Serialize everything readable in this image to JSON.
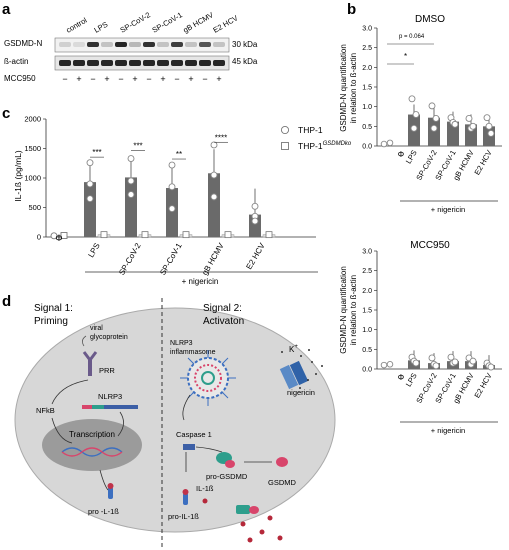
{
  "panel_letters": {
    "a": "a",
    "b": "b",
    "c": "c",
    "d": "d"
  },
  "blot": {
    "lanes": [
      "control",
      "LPS",
      "SP-CoV-2",
      "SP-CoV-1",
      "gB HCMV",
      "E2 HCV"
    ],
    "rows": [
      "GSDMD-N",
      "ß-actin",
      "MCC950"
    ],
    "kda": [
      "30 kDa",
      "45 kDa"
    ],
    "mcc_signs": [
      "−",
      "+",
      "−",
      "+",
      "−",
      "+",
      "−",
      "+",
      "−",
      "+",
      "−",
      "+"
    ]
  },
  "chart_c": {
    "ylabel": "IL-1ß (pg/mL)",
    "yticks": [
      "0",
      "500",
      "1000",
      "1500",
      "2000"
    ],
    "empty_symbol": "Φ",
    "categories": [
      "LPS",
      "SP-CoV-2",
      "SP-CoV-1",
      "gB HCMV",
      "E2 HCV"
    ],
    "sig": [
      "***",
      "***",
      "**",
      "****"
    ],
    "legend": [
      "THP-1",
      "THP-1"
    ],
    "legend_sup": "GSDMDko",
    "group_label": "+ nigericin"
  },
  "chart_b1": {
    "title": "DMSO",
    "ylabel1": "GSDMD-N quantification",
    "ylabel2": "in relation to ß-actin",
    "yticks": [
      "0.0",
      "0.5",
      "1.0",
      "1.5",
      "2.0",
      "2.5",
      "3.0"
    ],
    "pval": "p = 0.064",
    "star": "*",
    "empty_symbol": "Φ",
    "categories": [
      "LPS",
      "SP-CoV-2",
      "SP-CoV-1",
      "gB HCMV",
      "E2 HCV"
    ],
    "group_label": "+ nigericin"
  },
  "chart_b2": {
    "title": "MCC950",
    "ylabel1": "GSDMD-N quantification",
    "ylabel2": "in relation to ß-actin",
    "yticks": [
      "0.0",
      "0.5",
      "1.0",
      "1.5",
      "2.0",
      "2.5",
      "3.0"
    ],
    "empty_symbol": "Φ",
    "categories": [
      "LPS",
      "SP-CoV-2",
      "SP-CoV-1",
      "gB HCMV",
      "E2 HCV"
    ],
    "group_label": "+ nigericin"
  },
  "diagram": {
    "signal1_a": "Signal 1:",
    "signal1_b": "Priming",
    "signal2_a": "Signal 2:",
    "signal2_b": "Activaton",
    "viral1": "viral",
    "viral2": "glycoprotein",
    "prr": "PRR",
    "nlrp3": "NLRP3",
    "nfkb": "NFkB",
    "transcription": "Transcription",
    "pro_il": "pro -L-1ß",
    "inflam1": "NLRP3",
    "inflam2": "inflammasome",
    "caspase": "Caspase 1",
    "pro_gsdmd": "pro-GSDMD",
    "gsdmd": "GSDMD",
    "il1b": "IL-1ß",
    "pro_il1b": "pro-IL-1ß",
    "kplus": "K",
    "kplus_sup": "+",
    "nigericin": "nigericin"
  },
  "chart_data": [
    {
      "type": "bar",
      "title": "",
      "ylabel": "IL-1ß (pg/mL)",
      "xlabel": "+ nigericin",
      "ylim": [
        0,
        2000
      ],
      "categories": [
        "LPS",
        "SP-CoV-2",
        "SP-CoV-1",
        "gB HCMV",
        "E2 HCV"
      ],
      "series": [
        {
          "name": "THP-1",
          "values": [
            930,
            1010,
            830,
            1080,
            380
          ],
          "points": [
            [
              1260,
              900,
              650
            ],
            [
              1330,
              950,
              720
            ],
            [
              1220,
              850,
              480
            ],
            [
              1560,
              1050,
              680
            ],
            [
              520,
              350,
              270
            ]
          ]
        },
        {
          "name": "THP-1 GSDMDko",
          "values": [
            40,
            40,
            40,
            40,
            40
          ]
        }
      ],
      "control": [
        20,
        25
      ]
    },
    {
      "type": "bar",
      "title": "DMSO",
      "ylabel": "GSDMD-N quantification in relation to ß-actin",
      "xlabel": "+ nigericin",
      "ylim": [
        0,
        3.0
      ],
      "categories": [
        "LPS",
        "SP-CoV-2",
        "SP-CoV-1",
        "gB HCMV",
        "E2 HCV"
      ],
      "values": [
        0.8,
        0.72,
        0.62,
        0.55,
        0.5
      ],
      "points": [
        [
          1.2,
          0.45,
          0.8
        ],
        [
          1.02,
          0.45,
          0.7
        ],
        [
          0.72,
          0.6,
          0.55
        ],
        [
          0.7,
          0.45,
          0.5
        ],
        [
          0.72,
          0.5,
          0.32
        ]
      ],
      "control": [
        0.05,
        0.08
      ]
    },
    {
      "type": "bar",
      "title": "MCC950",
      "ylabel": "GSDMD-N quantification in relation to ß-actin",
      "xlabel": "+ nigericin",
      "ylim": [
        0,
        3.0
      ],
      "categories": [
        "LPS",
        "SP-CoV-2",
        "SP-CoV-1",
        "gB HCMV",
        "E2 HCV"
      ],
      "values": [
        0.22,
        0.15,
        0.2,
        0.2,
        0.1
      ],
      "points": [
        [
          0.3,
          0.2,
          0.15
        ],
        [
          0.28,
          0.12,
          0.08
        ],
        [
          0.3,
          0.15,
          0.18
        ],
        [
          0.28,
          0.12,
          0.2
        ],
        [
          0.15,
          0.08,
          0.05
        ]
      ],
      "control": [
        0.1,
        0.12
      ]
    }
  ]
}
